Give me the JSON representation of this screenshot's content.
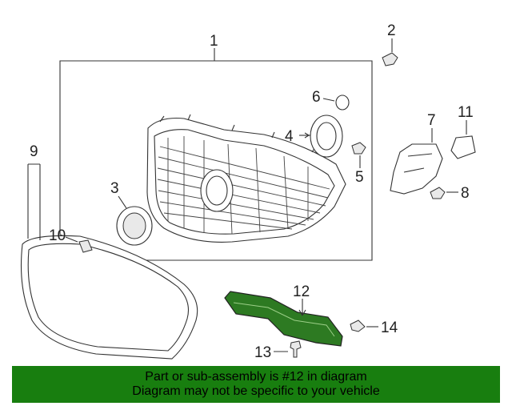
{
  "diagram": {
    "callouts": [
      "1",
      "2",
      "3",
      "4",
      "5",
      "6",
      "7",
      "8",
      "9",
      "10",
      "11",
      "12",
      "13",
      "14"
    ],
    "highlight_part": "12",
    "highlight_color": "#1f7a17"
  },
  "banner": {
    "line1": "Part or sub-assembly is #12 in diagram",
    "line2": "Diagram may not be specific to your vehicle",
    "background": "#187e0f"
  }
}
